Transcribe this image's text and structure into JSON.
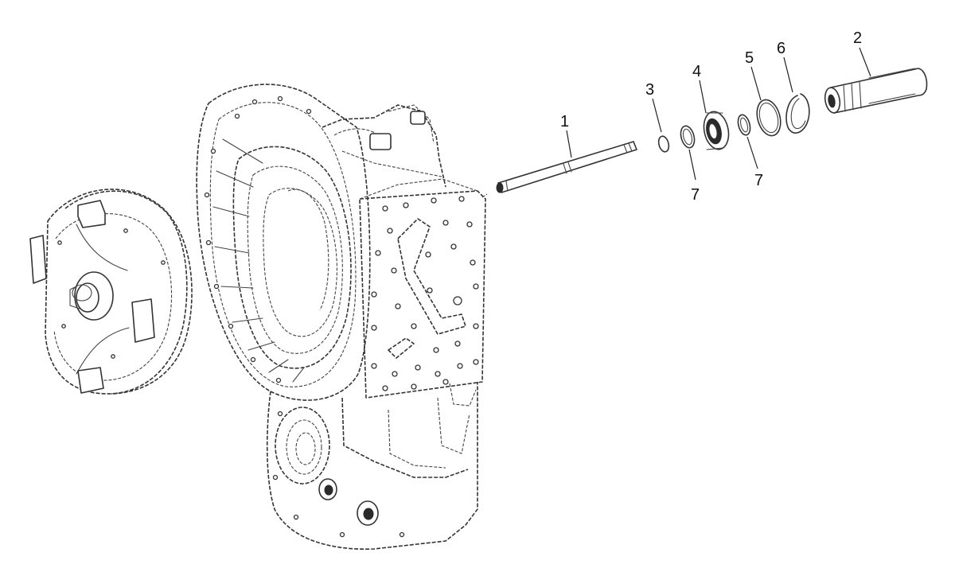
{
  "callouts": [
    {
      "id": "1",
      "label": "1"
    },
    {
      "id": "2",
      "label": "2"
    },
    {
      "id": "3",
      "label": "3"
    },
    {
      "id": "4",
      "label": "4"
    },
    {
      "id": "5",
      "label": "5"
    },
    {
      "id": "6",
      "label": "6"
    },
    {
      "id": "7a",
      "label": "7"
    },
    {
      "id": "7b",
      "label": "7"
    }
  ],
  "colors": {
    "line": "#333333",
    "background": "#ffffff"
  }
}
